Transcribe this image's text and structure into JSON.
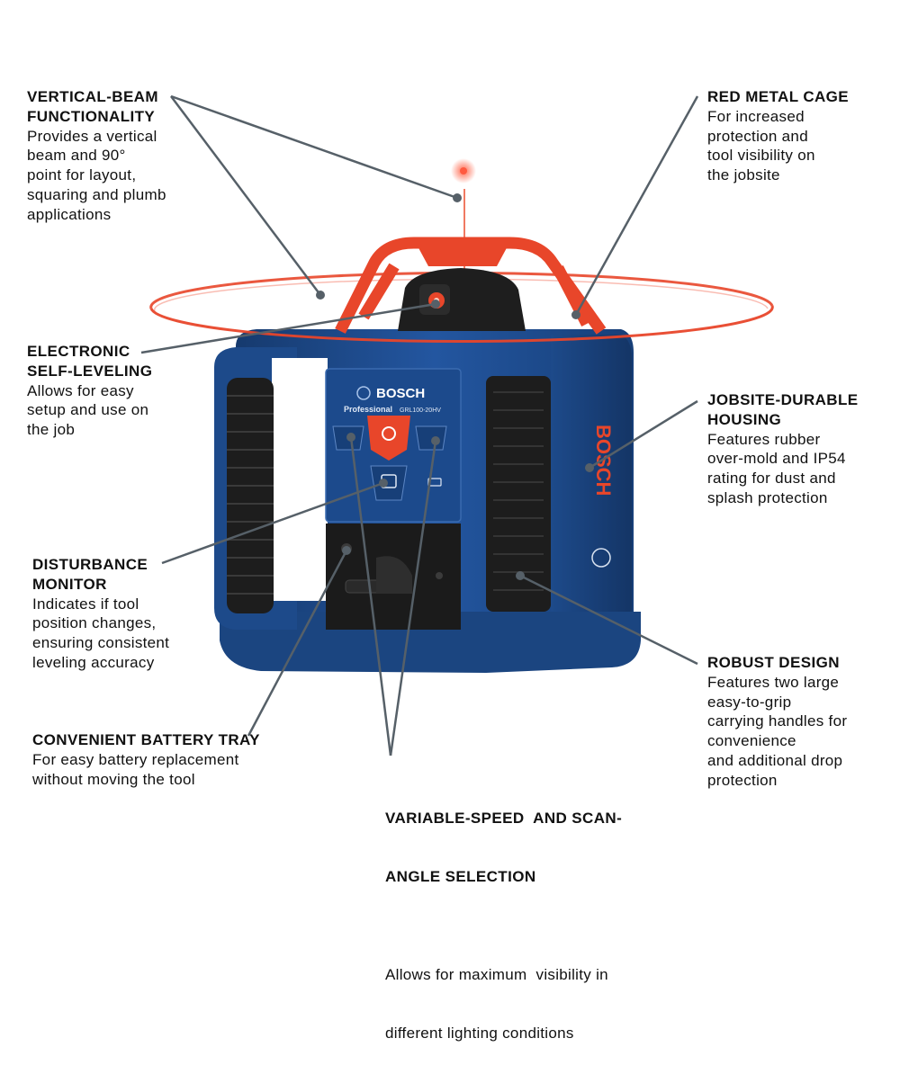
{
  "callouts": {
    "vertical_beam": {
      "title": [
        "VERTICAL-BEAM",
        "FUNCTIONALITY"
      ],
      "body": [
        "Provides a vertical",
        "beam and 90°",
        "point for layout,",
        "squaring and plumb",
        "applications"
      ]
    },
    "red_cage": {
      "title": [
        "RED METAL CAGE"
      ],
      "body": [
        "For increased",
        "protection and",
        "tool visibility on",
        "the jobsite"
      ]
    },
    "self_leveling": {
      "title": [
        "ELECTRONIC",
        "SELF-LEVELING"
      ],
      "body": [
        "Allows for easy",
        "setup and use on",
        "the job"
      ]
    },
    "housing": {
      "title": [
        "JOBSITE-DURABLE",
        "HOUSING"
      ],
      "body": [
        "Features rubber",
        "over-mold and IP54",
        "rating for dust and",
        "splash protection"
      ]
    },
    "disturbance": {
      "title": [
        "DISTURBANCE",
        "MONITOR"
      ],
      "body": [
        "Indicates if tool",
        "position changes,",
        "ensuring consistent",
        "leveling accuracy"
      ]
    },
    "robust": {
      "title": [
        "ROBUST DESIGN"
      ],
      "body": [
        "Features two large",
        "easy-to-grip",
        "carrying handles for",
        "convenience",
        "and additional drop",
        "protection"
      ]
    },
    "battery": {
      "title": [
        "CONVENIENT BATTERY TRAY"
      ],
      "body": [
        "For easy battery replacement",
        "without moving the tool"
      ]
    },
    "variable_speed": {
      "title": [
        "VARIABLE-SPEED  AND SCAN-",
        "ANGLE SELECTION"
      ],
      "body": [
        "Allows for maximum  visibility in",
        "different lighting conditions"
      ]
    }
  },
  "product": {
    "brand": "BOSCH",
    "line": "Professional",
    "model": "GRL100-20HV",
    "side_brand": "BOSCH"
  },
  "colors": {
    "housing_blue": "#1f4e8c",
    "cage_red": "#e8462a",
    "laser_red": "#e83a2a",
    "rubber_black": "#1d1d1d",
    "leader_gray": "#566068"
  }
}
